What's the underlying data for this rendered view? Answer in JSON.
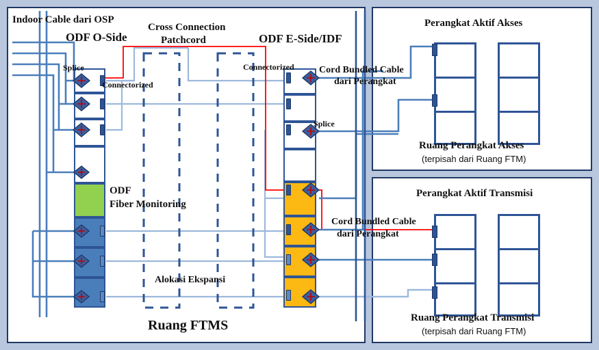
{
  "diagram": {
    "title": "Ruang FTMS",
    "labels": {
      "indoor_cable": "Indoor Cable dari OSP",
      "odf_o_side": "ODF  O-Side",
      "cross_connection": "Cross Connection",
      "patchcord": "Patchcord",
      "odf_e_side": "ODF  E-Side/IDF",
      "splice_left": "Splice",
      "connectorized_left": "Connectorized",
      "connectorized_right": "Connectorized",
      "splice_right": "Splice",
      "cord_bundled_1": "Cord Bundled Cable",
      "cord_bundled_1b": "dari Perangkat",
      "cord_bundled_2": "Cord Bundled Cable",
      "cord_bundled_2b": "dari Perangkat",
      "odf_fiber_monitoring_1": "ODF",
      "odf_fiber_monitoring_2": "Fiber Monitoring",
      "alokasi_ekspansi": "Alokasi Ekspansi",
      "ruang_ftms": "Ruang FTMS"
    },
    "panels": [
      {
        "id": "akses",
        "title": "Perangkat Aktif Akses",
        "caption_main": "Ruang Perangkat Akses",
        "caption_sub": "(terpisah dari Ruang FTM)"
      },
      {
        "id": "transmisi",
        "title": "Perangkat Aktif Transmisi",
        "caption_main": "Ruang Perangkat Transmisi",
        "caption_sub": "(terpisah dari Ruang FTM)"
      }
    ],
    "odf_o_side_cells": [
      {
        "fill": "white",
        "splice": true
      },
      {
        "fill": "white",
        "splice": true
      },
      {
        "fill": "white",
        "splice": true
      },
      {
        "fill": "white",
        "splice": true
      },
      {
        "fill": "green",
        "splice": false
      },
      {
        "fill": "blue",
        "splice": true
      },
      {
        "fill": "blue",
        "splice": true
      },
      {
        "fill": "blue",
        "splice": true
      }
    ],
    "odf_e_side_cells": [
      {
        "fill": "white",
        "splice": true
      },
      {
        "fill": "white",
        "splice": false
      },
      {
        "fill": "white",
        "splice": true
      },
      {
        "fill": "white",
        "splice": false
      },
      {
        "fill": "orange",
        "splice": true
      },
      {
        "fill": "orange",
        "splice": true
      },
      {
        "fill": "orange",
        "splice": true
      },
      {
        "fill": "orange",
        "splice": true
      }
    ],
    "colors": {
      "background": "#b8c6de",
      "panel_border": "#1f3864",
      "cable_blue": "#4a7ebb",
      "cable_red": "#ff0000",
      "cell_green": "#92d050",
      "cell_blue": "#4a7ebb",
      "cell_orange": "#fcb813",
      "splice_marker": "#3a5f9e",
      "splice_cross": "#c00000"
    },
    "expansion_boxes": 2
  }
}
